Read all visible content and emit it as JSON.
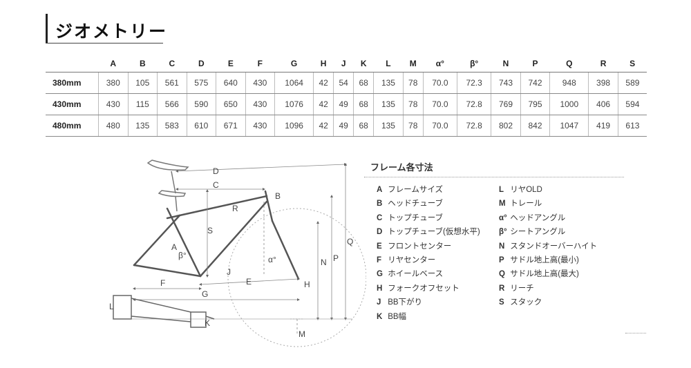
{
  "title": "ジオメトリー",
  "table": {
    "columns": [
      "A",
      "B",
      "C",
      "D",
      "E",
      "F",
      "G",
      "H",
      "J",
      "K",
      "L",
      "M",
      "α°",
      "β°",
      "N",
      "P",
      "Q",
      "R",
      "S"
    ],
    "rows": [
      {
        "label": "380mm",
        "values": [
          "380",
          "105",
          "561",
          "575",
          "640",
          "430",
          "1064",
          "42",
          "54",
          "68",
          "135",
          "78",
          "70.0",
          "72.3",
          "743",
          "742",
          "948",
          "398",
          "589"
        ]
      },
      {
        "label": "430mm",
        "values": [
          "430",
          "115",
          "566",
          "590",
          "650",
          "430",
          "1076",
          "42",
          "49",
          "68",
          "135",
          "78",
          "70.0",
          "72.8",
          "769",
          "795",
          "1000",
          "406",
          "594"
        ]
      },
      {
        "label": "480mm",
        "values": [
          "480",
          "135",
          "583",
          "610",
          "671",
          "430",
          "1096",
          "42",
          "49",
          "68",
          "135",
          "78",
          "70.0",
          "72.8",
          "802",
          "842",
          "1047",
          "419",
          "613"
        ]
      }
    ]
  },
  "diagram": {
    "labels": {
      "D": "D",
      "C": "C",
      "B": "B",
      "R": "R",
      "S": "S",
      "A": "A",
      "beta": "β°",
      "alpha": "α°",
      "Q": "Q",
      "N": "N",
      "P": "P",
      "F": "F",
      "J": "J",
      "E": "E",
      "H": "H",
      "G": "G",
      "L": "L",
      "K": "K",
      "M": "M"
    }
  },
  "legend": {
    "title": "フレーム各寸法",
    "left": [
      {
        "key": "A",
        "text": "フレームサイズ"
      },
      {
        "key": "B",
        "text": "ヘッドチューブ"
      },
      {
        "key": "C",
        "text": "トップチューブ"
      },
      {
        "key": "D",
        "text": "トップチューブ(仮想水平)"
      },
      {
        "key": "E",
        "text": "フロントセンター"
      },
      {
        "key": "F",
        "text": "リヤセンター"
      },
      {
        "key": "G",
        "text": "ホイールベース"
      },
      {
        "key": "H",
        "text": "フォークオフセット"
      },
      {
        "key": "J",
        "text": "BB下がり"
      },
      {
        "key": "K",
        "text": "BB幅"
      }
    ],
    "right": [
      {
        "key": "L",
        "text": "リヤOLD"
      },
      {
        "key": "M",
        "text": "トレール"
      },
      {
        "key": "α°",
        "text": "ヘッドアングル"
      },
      {
        "key": "β°",
        "text": "シートアングル"
      },
      {
        "key": "N",
        "text": "スタンドオーバーハイト"
      },
      {
        "key": "P",
        "text": "サドル地上高(最小)"
      },
      {
        "key": "Q",
        "text": "サドル地上高(最大)"
      },
      {
        "key": "R",
        "text": "リーチ"
      },
      {
        "key": "S",
        "text": "スタック"
      }
    ]
  }
}
